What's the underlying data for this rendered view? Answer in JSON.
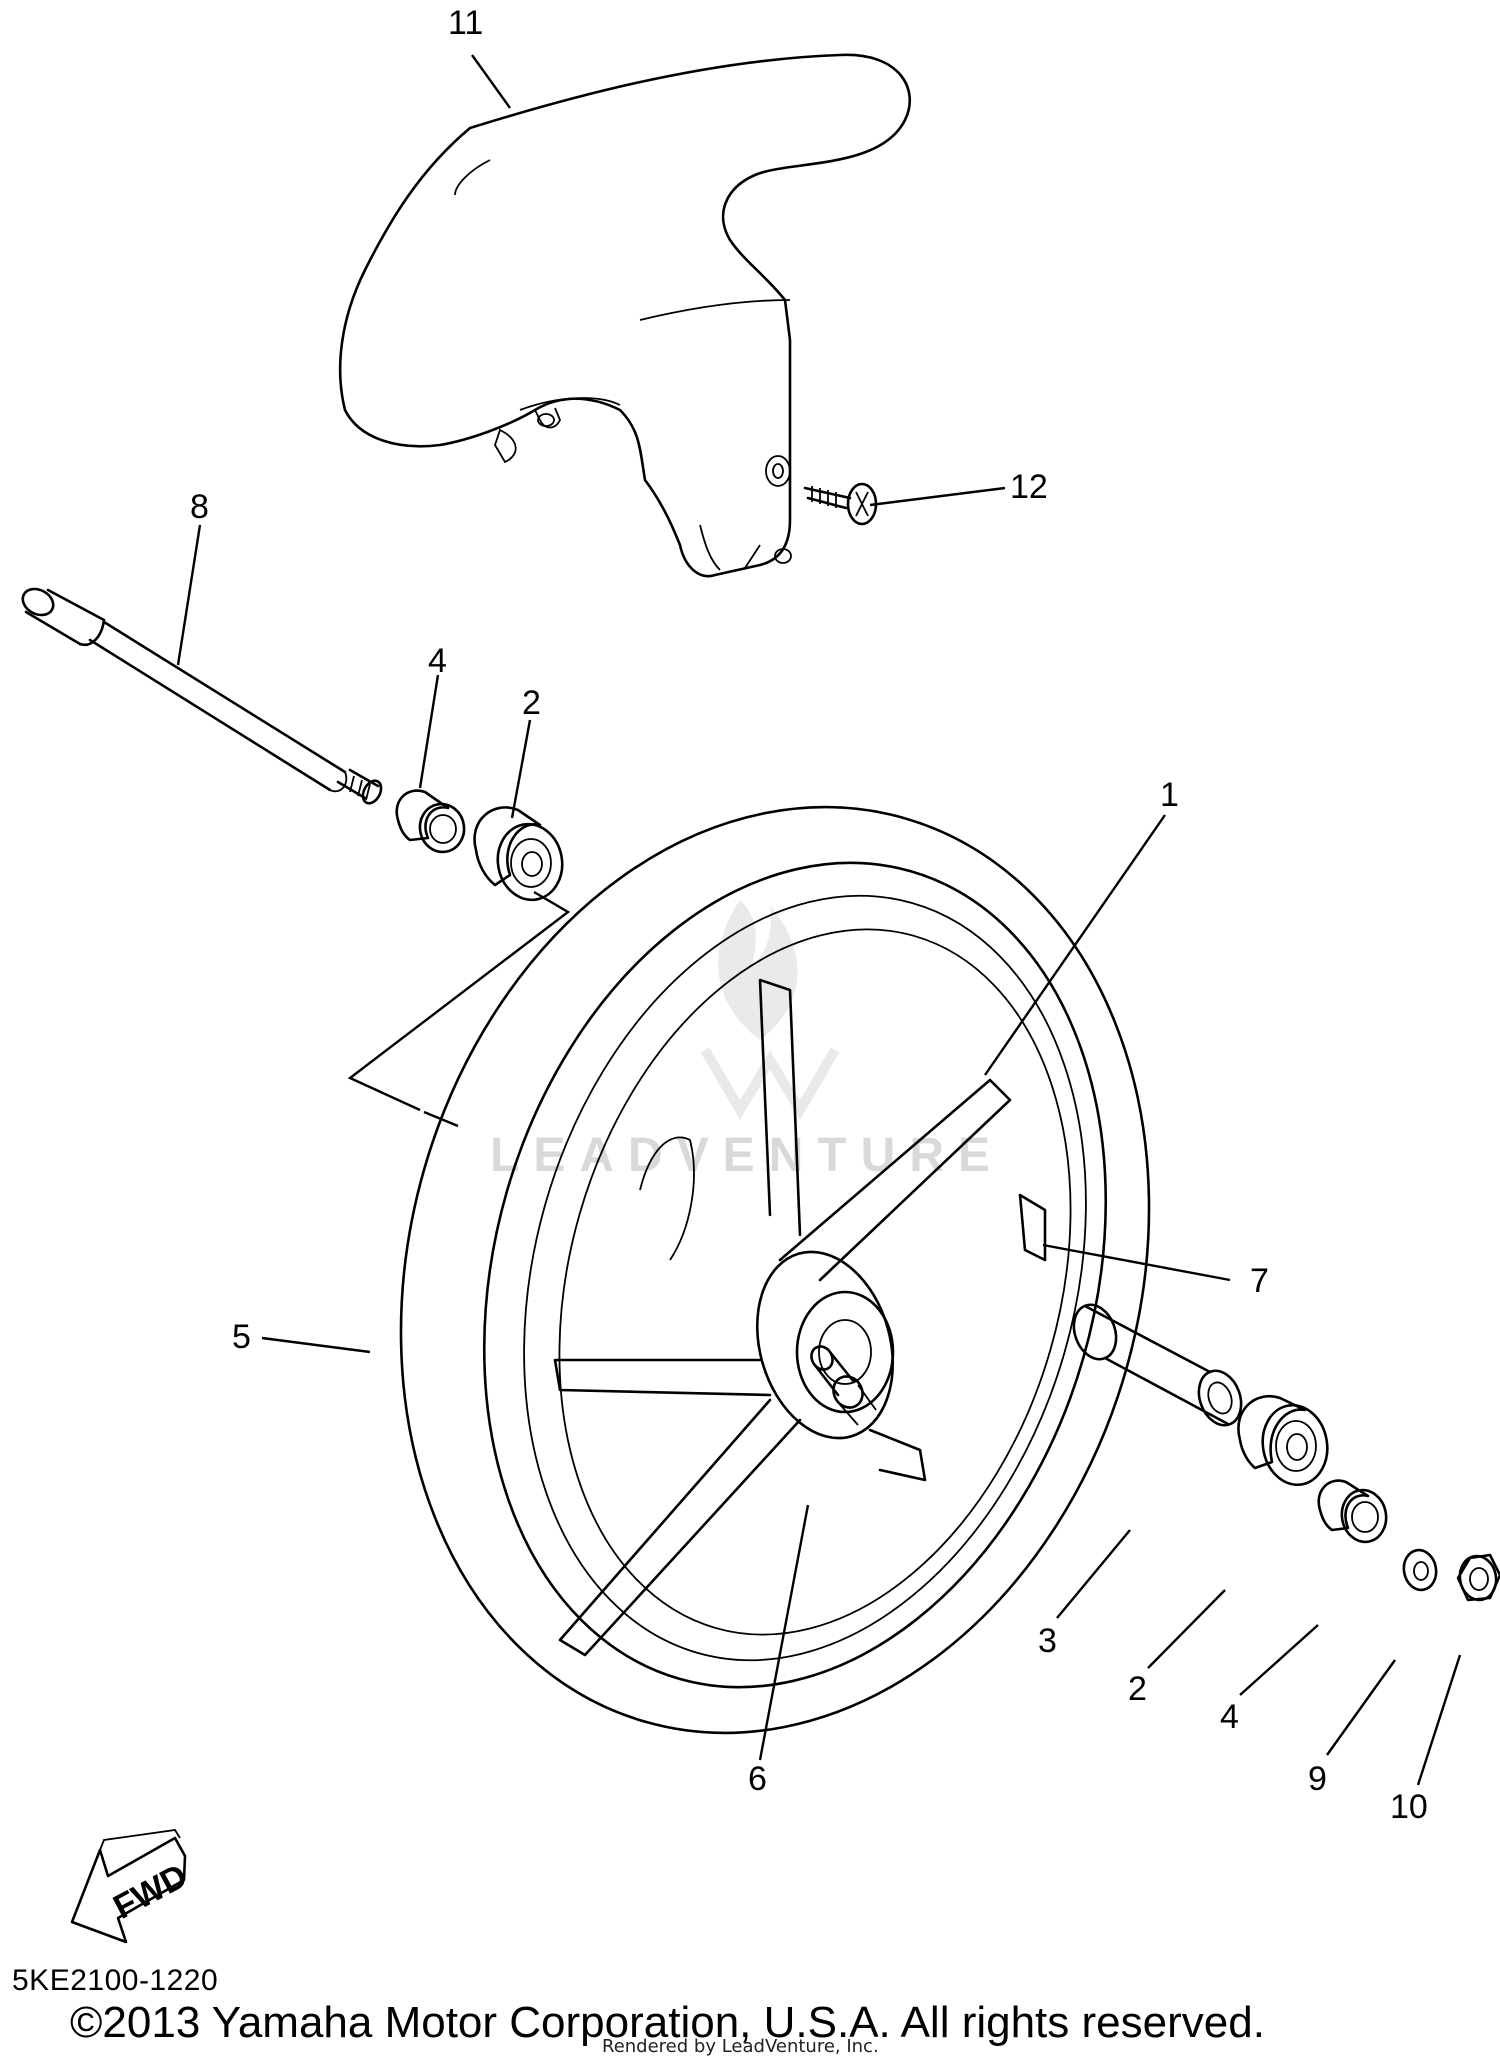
{
  "callouts": {
    "c1": "1",
    "c2a": "2",
    "c2b": "2",
    "c3": "3",
    "c4a": "4",
    "c4b": "4",
    "c5": "5",
    "c6": "6",
    "c7": "7",
    "c8": "8",
    "c9": "9",
    "c10": "10",
    "c11": "11",
    "c12": "12"
  },
  "fwd_label": "FWD",
  "diagram_code": "5KE2100-1220",
  "copyright": "©2013 Yamaha Motor Corporation, U.S.A. All rights reserved.",
  "rendered_by": "Rendered by LeadVenture, Inc.",
  "watermark": "LEADVENTURE"
}
